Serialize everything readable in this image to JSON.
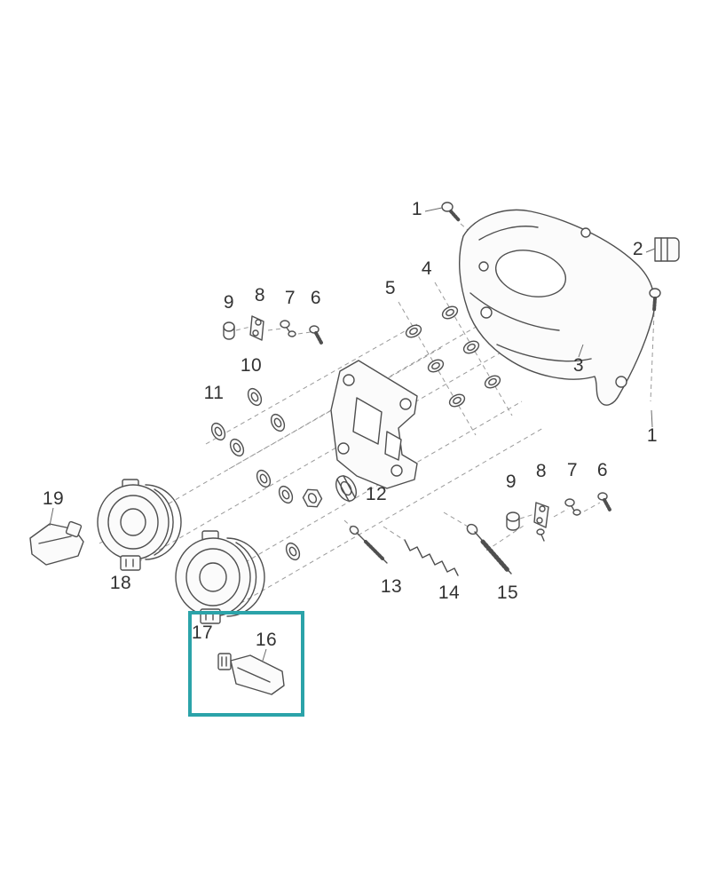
{
  "diagram": {
    "type": "exploded-parts-diagram",
    "subject": "headlight-assembly",
    "highlight_color": "#2ba3a9",
    "line_color": "#4f4f4f",
    "background_color": "#ffffff",
    "labels": [
      {
        "text": "1"
      },
      {
        "text": "2"
      },
      {
        "text": "3"
      },
      {
        "text": "4"
      },
      {
        "text": "5"
      },
      {
        "text": "6"
      },
      {
        "text": "7"
      },
      {
        "text": "8"
      },
      {
        "text": "9"
      },
      {
        "text": "10"
      },
      {
        "text": "11"
      },
      {
        "text": "12"
      },
      {
        "text": "9"
      },
      {
        "text": "8"
      },
      {
        "text": "7"
      },
      {
        "text": "6"
      },
      {
        "text": "13"
      },
      {
        "text": "14"
      },
      {
        "text": "15"
      },
      {
        "text": "16"
      },
      {
        "text": "17"
      },
      {
        "text": "18"
      },
      {
        "text": "19"
      },
      {
        "text": "1"
      }
    ]
  }
}
